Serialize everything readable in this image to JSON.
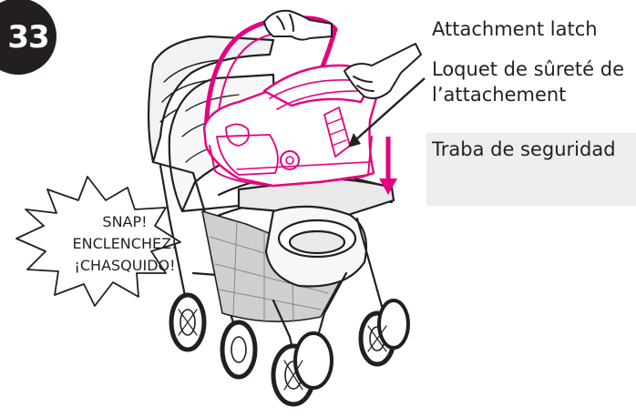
{
  "step_number": "33",
  "labels": {
    "english": "Attachment latch",
    "french": "Loquet de sûreté de l’attachement",
    "spanish": "Traba de seguridad"
  },
  "snap_burst": {
    "line1": "SNAP!",
    "line2": "ENCLENCHEZ!",
    "line3": "¡CHASQUIDO!"
  },
  "colors": {
    "badge": "#231f20",
    "car_seat": "#e6007e",
    "arrow": "#e6007e",
    "line_art": "#231f20",
    "spanish_box": "#eeeeee"
  }
}
